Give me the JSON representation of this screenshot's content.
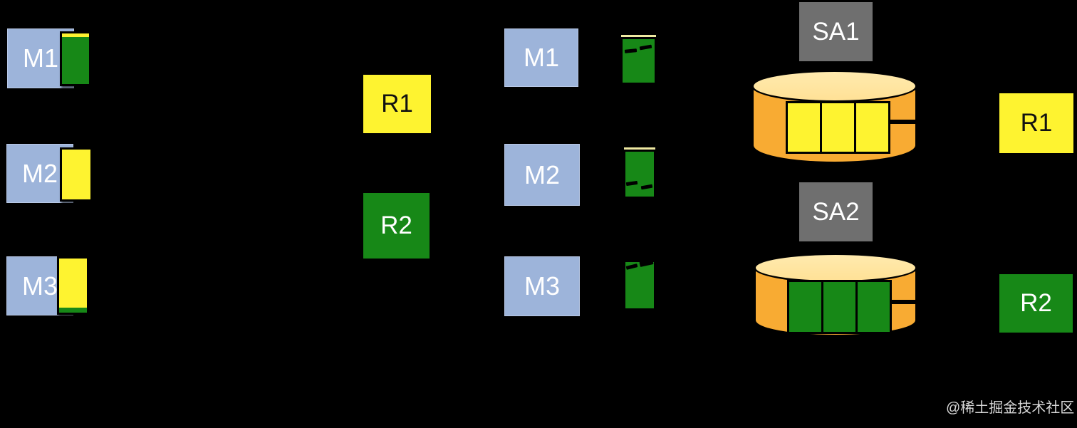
{
  "colors": {
    "background": "#000000",
    "machine_blue": "#9db4da",
    "queue_yellow": "#fef330",
    "queue_green": "#178817",
    "storage_gray": "#6f6f6f",
    "cylinder_body": "#f8ab33",
    "cylinder_top": "#ffe196",
    "watermark": "#d8d8d8"
  },
  "left_machines": [
    {
      "label": "M1",
      "queue_items": [
        "yellow",
        "green"
      ]
    },
    {
      "label": "M2",
      "queue_items": [
        "yellow"
      ]
    },
    {
      "label": "M3",
      "queue_items": [
        "yellow",
        "green"
      ]
    }
  ],
  "mid_routers": [
    {
      "label": "R1",
      "color": "yellow"
    },
    {
      "label": "R2",
      "color": "green"
    }
  ],
  "right_machines": [
    {
      "label": "M1",
      "message": "green-dashed"
    },
    {
      "label": "M2",
      "message": "green-dashed"
    },
    {
      "label": "M3",
      "message": "green-dashed"
    }
  ],
  "storage_agents": [
    {
      "label": "SA1",
      "slots": [
        "yellow",
        "yellow",
        "yellow"
      ]
    },
    {
      "label": "SA2",
      "slots": [
        "green",
        "green",
        "green"
      ]
    }
  ],
  "right_routers": [
    {
      "label": "R1",
      "color": "yellow"
    },
    {
      "label": "R2",
      "color": "green"
    }
  ],
  "watermark": {
    "text": "@稀土掘金技术社区"
  }
}
